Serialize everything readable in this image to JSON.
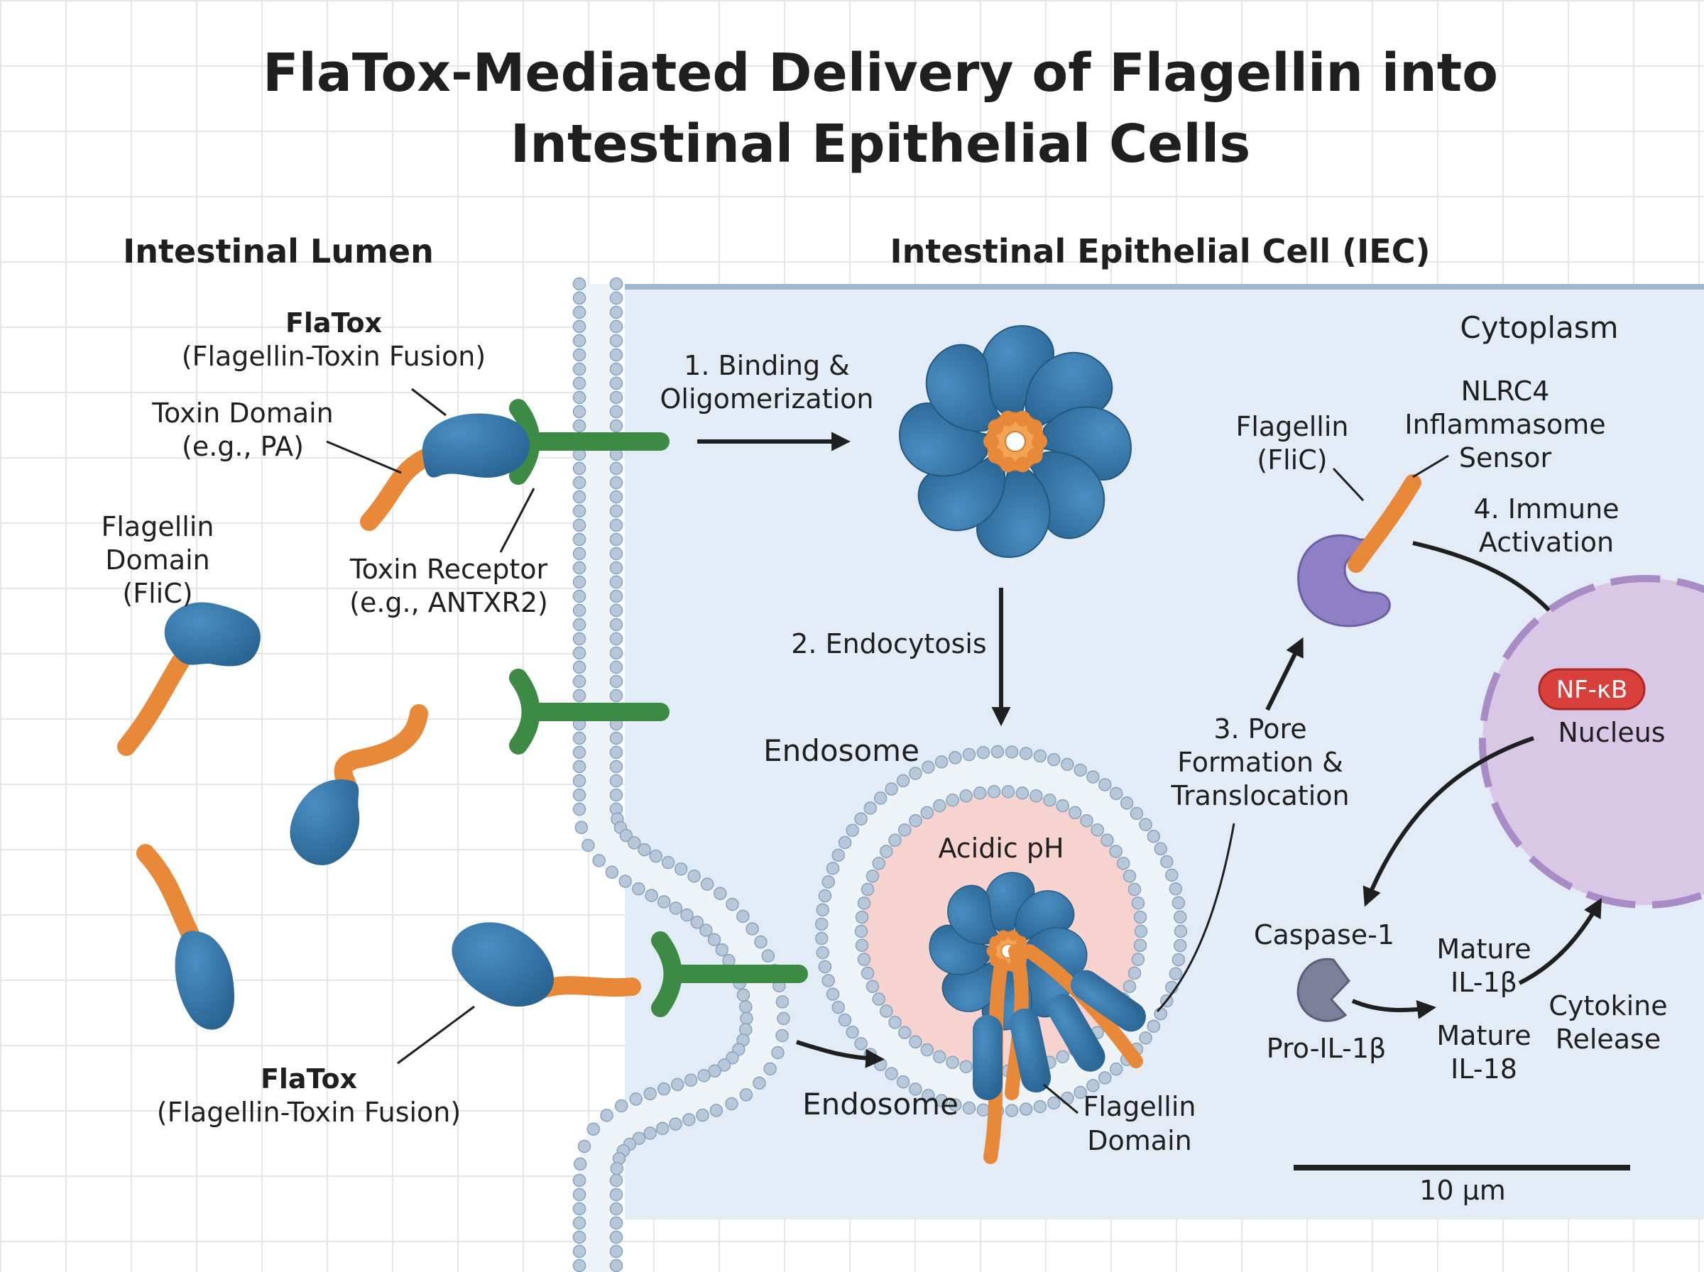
{
  "title": {
    "line1": "FlaTox-Mediated Delivery of Flagellin into",
    "line2": "Intestinal Epithelial Cells"
  },
  "regions": {
    "lumen": "Intestinal Lumen",
    "cell": "Intestinal Epithelial Cell (IEC)",
    "cytoplasm": "Cytoplasm"
  },
  "lumen_labels": {
    "flatox_top_name": "FlaTox",
    "flatox_top_desc": "(Flagellin-Toxin Fusion)",
    "toxin_domain_1": "Toxin Domain",
    "toxin_domain_2": "(e.g., PA)",
    "flagellin_domain_1": "Flagellin",
    "flagellin_domain_2": "Domain",
    "flagellin_domain_3": "(FliC)",
    "receptor_1": "Toxin Receptor",
    "receptor_2": "(e.g., ANTXR2)",
    "flatox_bottom_name": "FlaTox",
    "flatox_bottom_desc": "(Flagellin-Toxin Fusion)"
  },
  "steps": {
    "step1_line1": "1. Binding &",
    "step1_line2": "Oligomerization",
    "step2": "2. Endocytosis",
    "step3_line1": "3. Pore",
    "step3_line2": "Formation &",
    "step3_line3": "Translocation",
    "step4_line1": "4. Immune",
    "step4_line2": "Activation"
  },
  "endosome_labels": {
    "endosome_top": "Endosome",
    "acidic": "Acidic pH",
    "endosome_bottom": "Endosome",
    "flagellin_domain_1": "Flagellin",
    "flagellin_domain_2": "Domain"
  },
  "cytoplasm_labels": {
    "flagellin_1": "Flagellin",
    "flagellin_2": "(FliC)",
    "nlrc4_1": "NLRC4",
    "nlrc4_2": "Inflammasome",
    "nlrc4_3": "Sensor",
    "nfkb": "NF-κB",
    "nucleus": "Nucleus",
    "caspase": "Caspase-1",
    "pro_il1b": "Pro-IL-1β",
    "mature_il1b_1": "Mature",
    "mature_il1b_2": "IL-1β",
    "mature_il18_1": "Mature",
    "mature_il18_2": "IL-18",
    "cytokine_1": "Cytokine",
    "cytokine_2": "Release"
  },
  "scale_bar": {
    "label": "10 μm"
  },
  "colors": {
    "flagellin_blue": "#2f6f9e",
    "toxin_orange": "#e8893a",
    "receptor_green": "#3d8a45",
    "cell_fill": "#e3ecf6",
    "membrane_head": "#b7c8da",
    "endosome_lumen": "#f6d3cf",
    "nucleus_fill": "#d9c7e6",
    "nlrc4_purple": "#8f7fc4",
    "nfkb_red": "#d9403c"
  }
}
